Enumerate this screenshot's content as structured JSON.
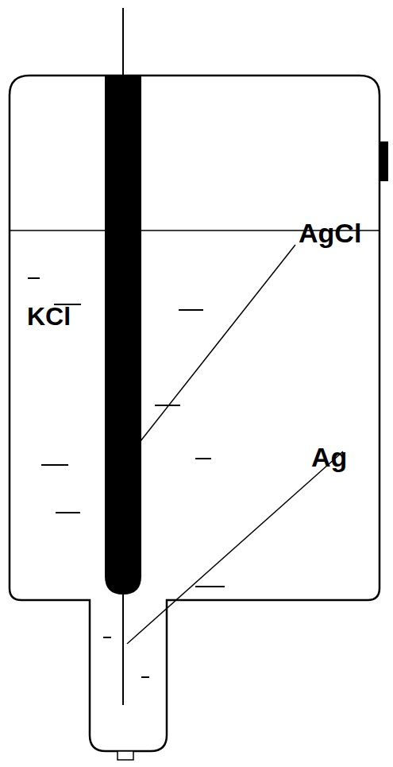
{
  "diagram": {
    "labels": [
      "KCl",
      "AgCl",
      "Ag"
    ]
  }
}
